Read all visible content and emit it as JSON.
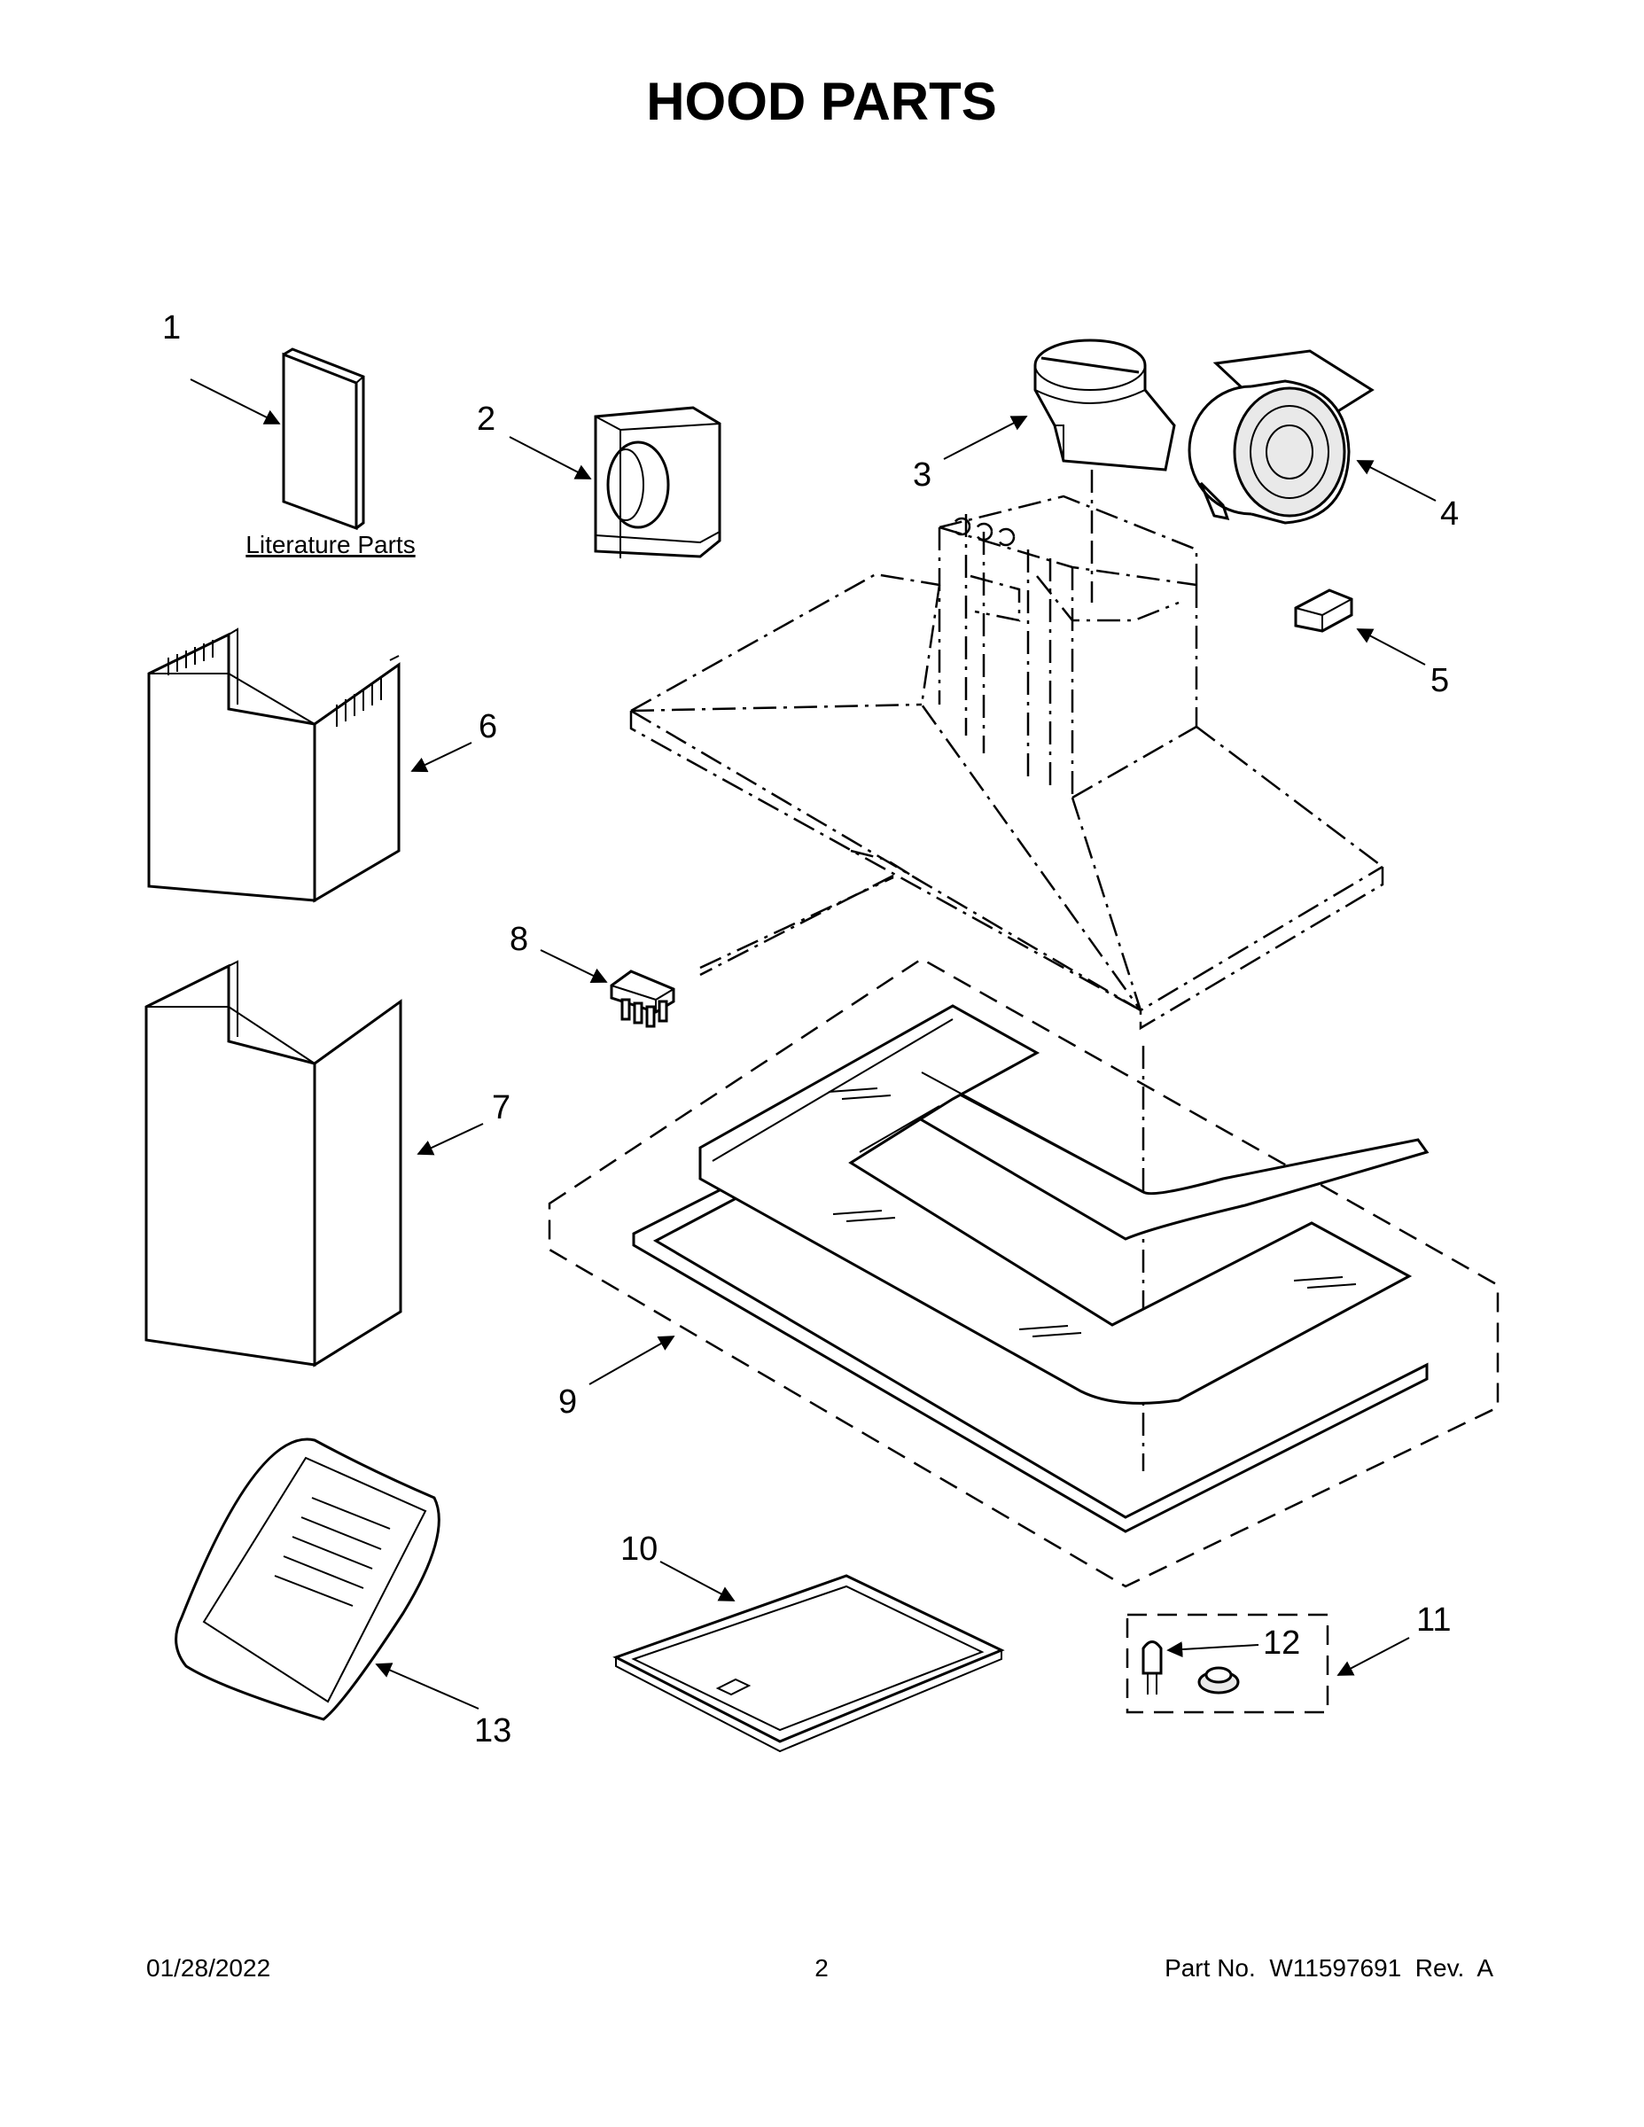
{
  "title": "HOOD PARTS",
  "literature_label": "Literature Parts",
  "callouts": {
    "c1": "1",
    "c2": "2",
    "c3": "3",
    "c4": "4",
    "c5": "5",
    "c6": "6",
    "c7": "7",
    "c8": "8",
    "c9": "9",
    "c10": "10",
    "c11": "11",
    "c12": "12",
    "c13": "13"
  },
  "footer": {
    "date": "01/28/2022",
    "page": "2",
    "part_no": "Part No.  W11597691  Rev.  A"
  }
}
